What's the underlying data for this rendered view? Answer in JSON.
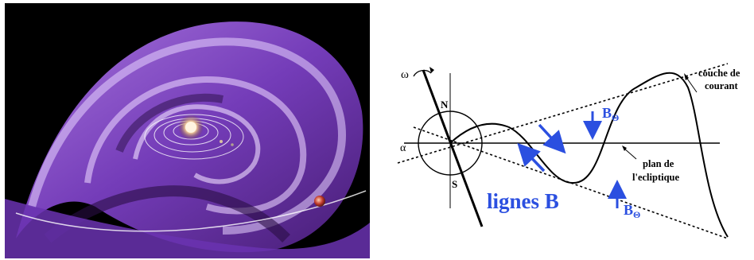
{
  "left_panel": {
    "content": "illustration of the heliospheric current sheet (ballerina skirt) spiralling around the Sun with planetary orbits"
  },
  "right_panel": {
    "omega": "ω",
    "alpha": "α",
    "north": "N",
    "south": "S",
    "b_theta_top": "B",
    "b_theta_bottom": "B",
    "theta_sub": "Θ",
    "couche_line1": "couche de",
    "couche_line2": "courant",
    "plan_line1": "plan de",
    "plan_line2": "l'ecliptique",
    "lignes_b": "lignes B"
  },
  "colors": {
    "accent_blue": "#2b4fe0",
    "sheet_purple": "#8a4ad0",
    "space_black": "#000000"
  }
}
